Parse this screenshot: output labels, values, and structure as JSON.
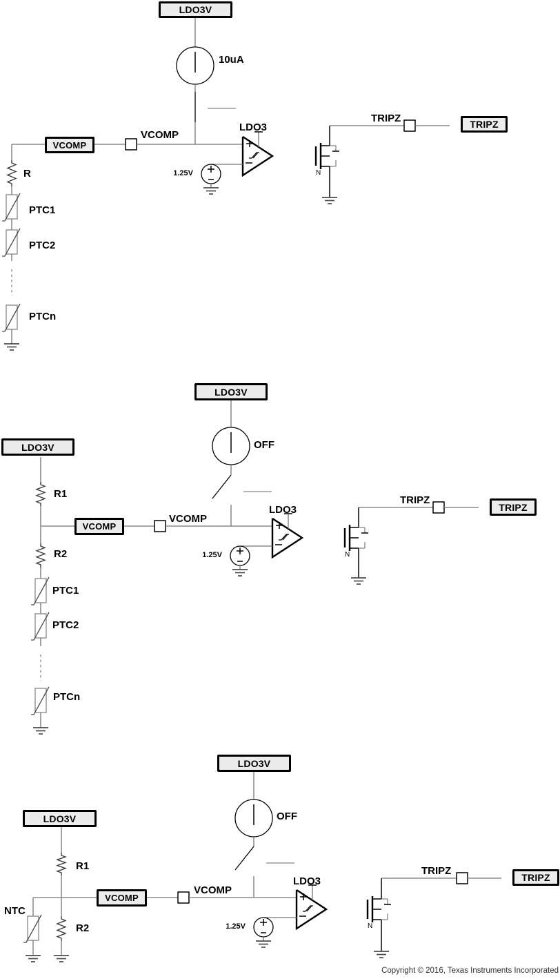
{
  "figure": {
    "copyright": "Copyright © 2016, Texas Instruments Incorporated"
  },
  "circuits": [
    {
      "id": "ptc-chain-direct-bias",
      "rail_top": "LDO3V",
      "current_source": "10uA",
      "pin_box": "VCOMP",
      "net_vcomp": "VCOMP",
      "comparator": "LDO3",
      "vref": "1.25V",
      "fet": "N",
      "net_trip": "TRIPZ",
      "out_box": "TRIPZ",
      "r_top": "R",
      "ptc1": "PTC1",
      "ptc2": "PTC2",
      "ptcn": "PTCn"
    },
    {
      "id": "ptc-chain-resistor-divider",
      "rail_left": "LDO3V",
      "rail_top": "LDO3V",
      "current_source": "OFF",
      "r1": "R1",
      "r2": "R2",
      "ptc1": "PTC1",
      "ptc2": "PTC2",
      "ptcn": "PTCn",
      "pin_box": "VCOMP",
      "net_vcomp": "VCOMP",
      "comparator": "LDO3",
      "vref": "1.25V",
      "fet": "N",
      "net_trip": "TRIPZ",
      "out_box": "TRIPZ"
    },
    {
      "id": "ntc-resistor-divider",
      "rail_left": "LDO3V",
      "rail_top": "LDO3V",
      "current_source": "OFF",
      "r1": "R1",
      "r2": "R2",
      "ntc": "NTC",
      "pin_box": "VCOMP",
      "net_vcomp": "VCOMP",
      "comparator": "LDO3",
      "vref": "1.25V",
      "fet": "N",
      "net_trip": "TRIPZ",
      "out_box": "TRIPZ"
    }
  ]
}
